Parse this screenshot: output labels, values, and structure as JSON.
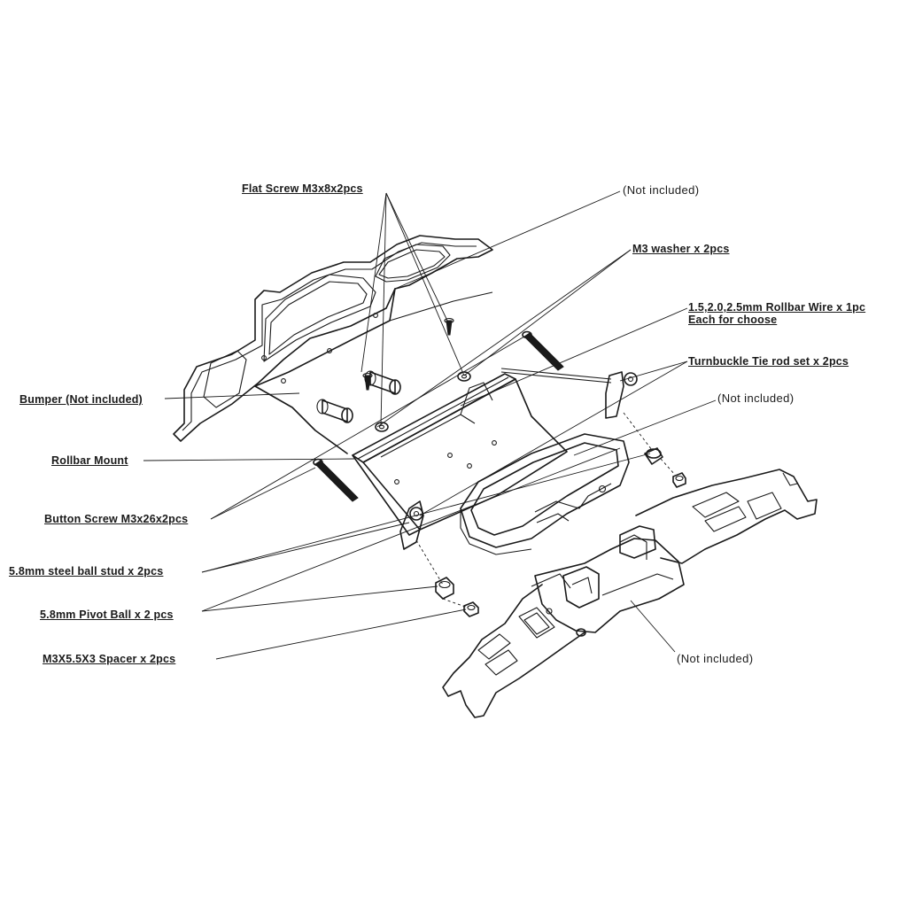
{
  "labels": {
    "flat_screw": "Flat Screw M3x8x2pcs",
    "not_included_top": "(Not included)",
    "m3_washer": "M3 washer x 2pcs",
    "rollbar_wire_line1": "1.5,2.0,2.5mm Rollbar Wire x 1pc",
    "rollbar_wire_line2": "Each for choose",
    "turnbuckle": "Turnbuckle Tie rod set x 2pcs",
    "not_included_mid": "(Not included)",
    "bumper": "Bumper (Not included)",
    "rollbar_mount": "Rollbar Mount",
    "button_screw": "Button Screw M3x26x2pcs",
    "ball_stud": "5.8mm steel ball stud x 2pcs",
    "pivot_ball": "5.8mm Pivot Ball  x 2 pcs",
    "spacer": "M3X5.5X3 Spacer x 2pcs",
    "not_included_bottom": "(Not included)"
  },
  "colors": {
    "line": "#1a1a1a",
    "background": "#ffffff"
  },
  "icons": [
    "flat-screw-icon",
    "washer-icon",
    "button-screw-icon",
    "ball-stud-icon",
    "pivot-ball-icon",
    "spacer-icon"
  ]
}
